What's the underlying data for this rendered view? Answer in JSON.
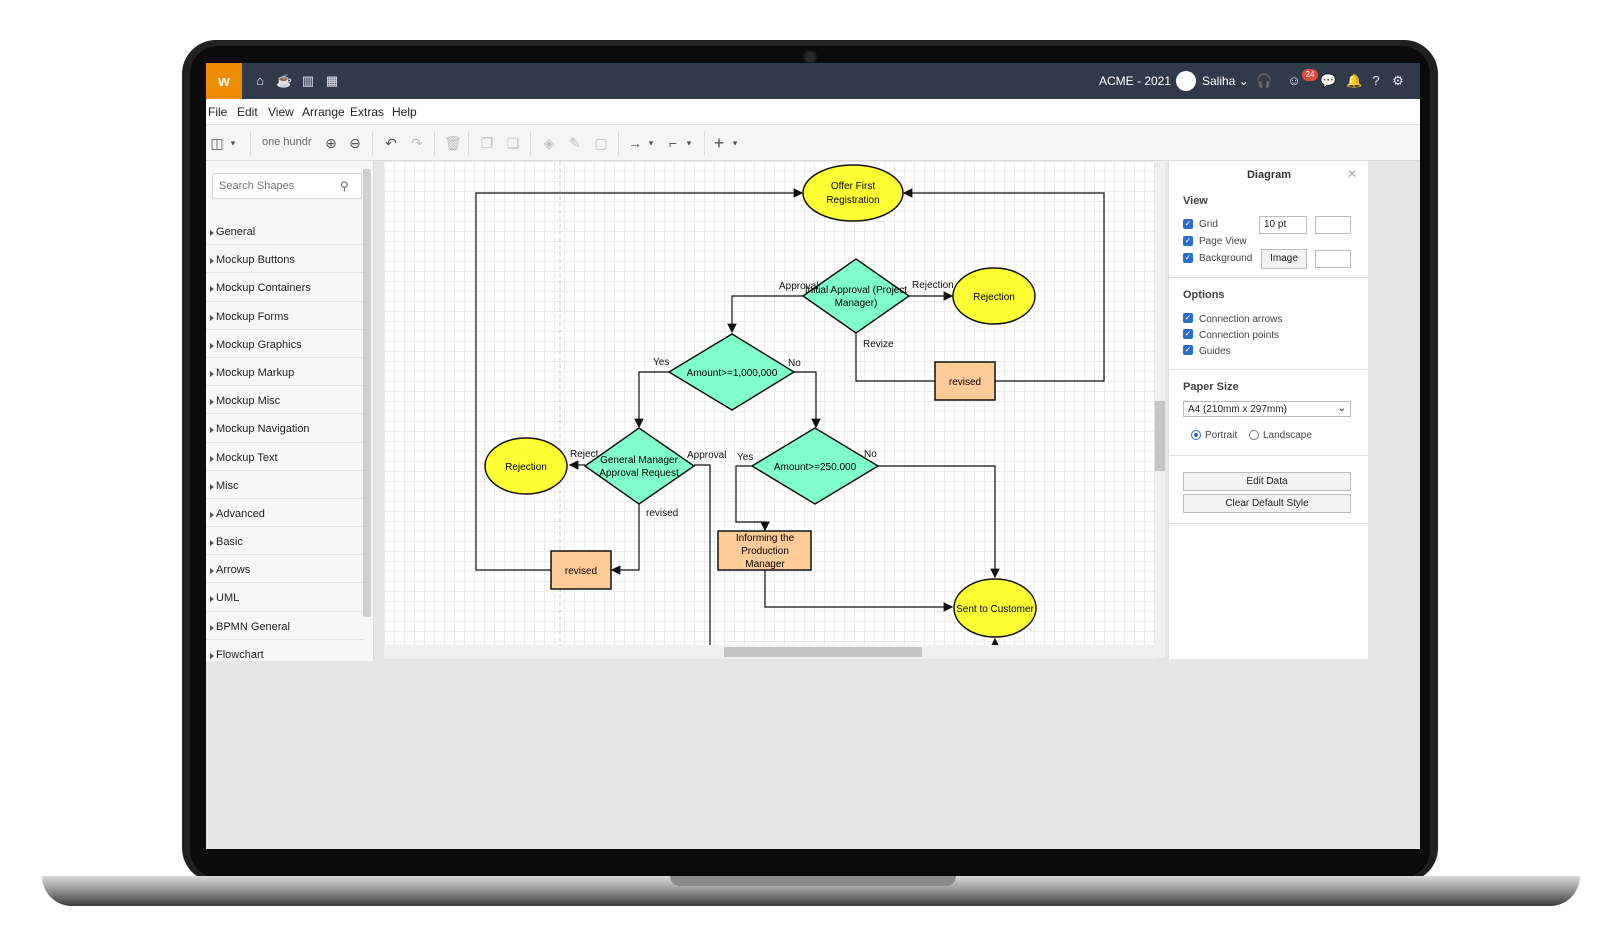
{
  "topbar": {
    "logo": "w",
    "org": "ACME - 2021",
    "user": "Saliha",
    "notification_count": "24",
    "icons": [
      "home-icon",
      "coffee-icon",
      "chart-icon",
      "calendar-icon",
      "headset-icon",
      "smiley-icon",
      "chat-icon",
      "bell-icon",
      "help-icon",
      "gear-icon"
    ]
  },
  "menu": [
    "File",
    "Edit",
    "View",
    "Arrange",
    "Extras",
    "Help"
  ],
  "toolbar": {
    "zoom": "one hundr"
  },
  "sidebar": {
    "search_placeholder": "Search Shapes",
    "items": [
      "General",
      "Mockup Buttons",
      "Mockup Containers",
      "Mockup Forms",
      "Mockup Graphics",
      "Mockup Markup",
      "Mockup Misc",
      "Mockup Navigation",
      "Mockup Text",
      "Misc",
      "Advanced",
      "Basic",
      "Arrows",
      "UML",
      "BPMN General",
      "Flowchart"
    ]
  },
  "diagram": {
    "nodes": {
      "offer": "Offer First Registration",
      "initial": "Initial Approval (Project Manager)",
      "rejection1": "Rejection",
      "revised1": "revised",
      "amount1m": "Amount>=1,000,000",
      "gm": "General Manager Approval Request",
      "rejection2": "Rejection",
      "amount250": "Amount>=250.000",
      "revised2": "revised",
      "informing": "Informing the Production Manager",
      "sent": "Sent to Customer"
    },
    "labels": {
      "approval1": "Approval",
      "rejection_lbl": "Rejection",
      "revize": "Revize",
      "yes1": "Yes",
      "no1": "No",
      "reject": "Reject",
      "approval2": "Approval",
      "revised_lbl": "revised",
      "yes2": "Yes",
      "no2": "No"
    },
    "colors": {
      "ellipse": "#ffff33",
      "diamond": "#80ffcc",
      "rect": "#ffcc99"
    }
  },
  "panel": {
    "title": "Diagram",
    "view_title": "View",
    "grid_label": "Grid",
    "grid_size": "10 pt",
    "page_view_label": "Page View",
    "background_label": "Background",
    "image_button": "Image",
    "options_title": "Options",
    "connection_arrows": "Connection arrows",
    "connection_points": "Connection points",
    "guides": "Guides",
    "paper_title": "Paper Size",
    "paper_value": "A4 (210mm x 297mm)",
    "portrait": "Portrait",
    "landscape": "Landscape",
    "edit_data": "Edit Data",
    "clear_style": "Clear Default Style"
  }
}
